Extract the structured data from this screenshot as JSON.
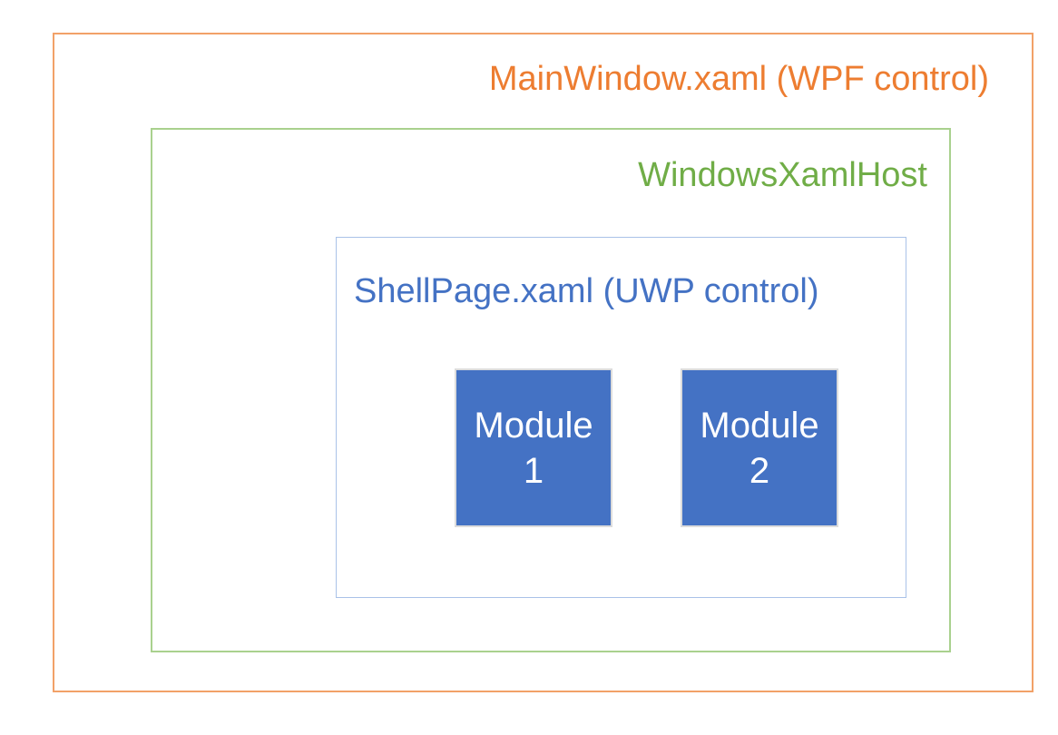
{
  "diagram": {
    "boxes": {
      "main_window": {
        "label": "MainWindow.xaml (WPF control)",
        "text_color": "#ED7D31",
        "border_color": "#F2A168"
      },
      "xaml_host": {
        "label": "WindowsXamlHost",
        "text_color": "#70AD47",
        "border_color": "#A9D18E"
      },
      "shell_page": {
        "label": "ShellPage.xaml (UWP control)",
        "text_color": "#4472C4",
        "border_color": "#A9C2E8"
      }
    },
    "modules": [
      {
        "line1": "Module",
        "line2": "1"
      },
      {
        "line1": "Module",
        "line2": "2"
      }
    ],
    "colors": {
      "module_fill": "#4472C4",
      "module_text": "#FFFFFF",
      "module_border": "#DCDCDC",
      "background": "#FFFFFF"
    }
  }
}
